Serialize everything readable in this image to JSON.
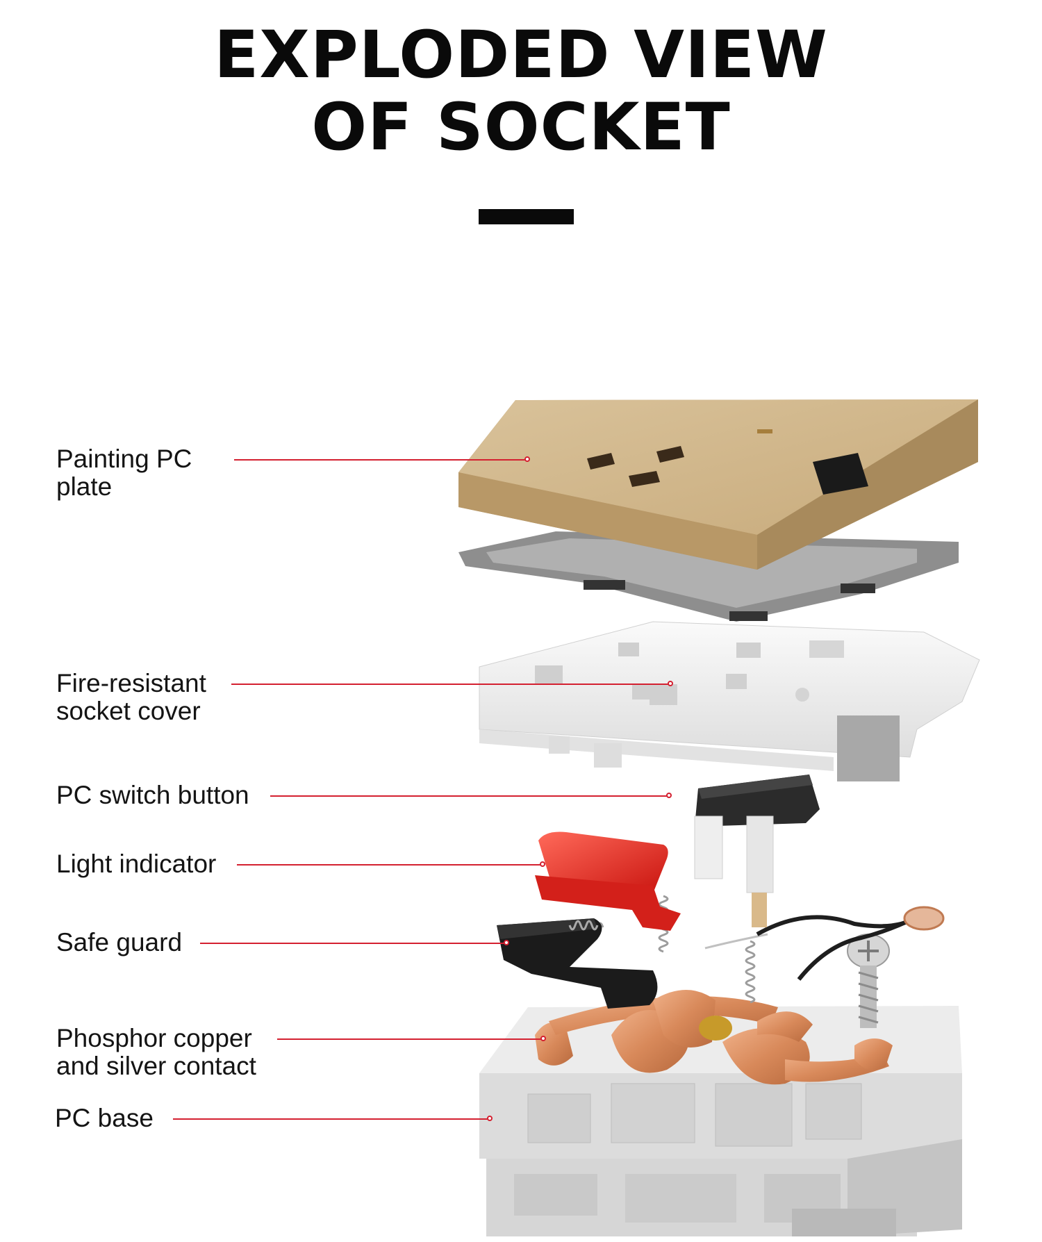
{
  "title": {
    "line1": "EXPLODED VIEW",
    "line2": "OF SOCKET"
  },
  "colors": {
    "leader": "#d42030",
    "plate_gold": "#cdb184",
    "frame_gray": "#8c8c8c",
    "cover_white": "#f1f1f1",
    "indicator_red": "#e0251f",
    "copper": "#d98c5a"
  },
  "callouts": [
    {
      "id": "plate",
      "lines": [
        "Painting PC",
        "plate"
      ]
    },
    {
      "id": "cover",
      "lines": [
        "Fire-resistant",
        "socket cover"
      ]
    },
    {
      "id": "switch",
      "lines": [
        "PC switch button"
      ]
    },
    {
      "id": "indicator",
      "lines": [
        "Light indicator"
      ]
    },
    {
      "id": "guard",
      "lines": [
        "Safe guard"
      ]
    },
    {
      "id": "contact",
      "lines": [
        "Phosphor copper",
        "and silver contact"
      ]
    },
    {
      "id": "base",
      "lines": [
        "PC base"
      ]
    }
  ]
}
